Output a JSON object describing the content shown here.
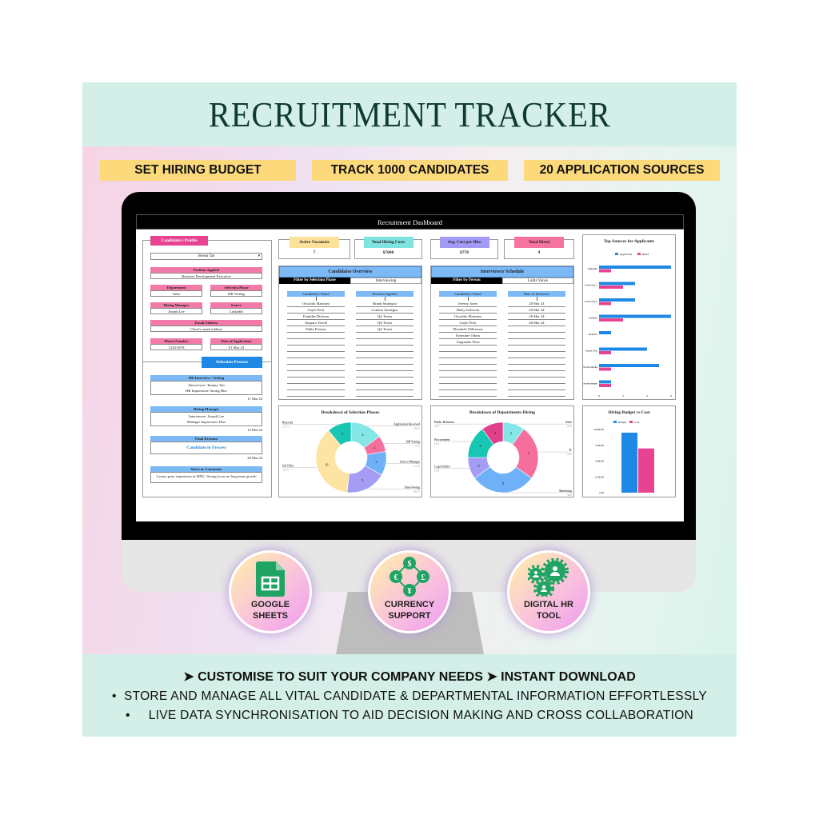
{
  "title": "RECRUITMENT TRACKER",
  "badges": [
    "SET HIRING BUDGET",
    "TRACK 1000 CANDIDATES",
    "20 APPLICATION SOURCES"
  ],
  "dashboard": {
    "header": "Recruitment Dashboard",
    "profile": {
      "tag": "Candidate's Profile",
      "candidate": "Selena Tan",
      "fields": [
        {
          "label": "Position Applied",
          "value": "Business Development Executive"
        },
        {
          "label": "Department",
          "value": "Sales"
        },
        {
          "label": "Selection Phase",
          "value": "HR Vetting"
        },
        {
          "label": "Hiring Manager",
          "value": "Joseph Lee"
        },
        {
          "label": "Source",
          "value": "LinkedIn"
        },
        {
          "label": "Email Address",
          "value": "Client's email address"
        },
        {
          "label": "Phone Number",
          "value": "1234-5678"
        },
        {
          "label": "Date of Application",
          "value": "01 Mar 24"
        }
      ],
      "process_tag": "Selection Process",
      "steps": [
        {
          "label": "HR Interview / Vetting",
          "lines": [
            "Interviewer: Tammy Tan",
            "HR Impression: Strong Hire"
          ],
          "date": "11 Mar 24"
        },
        {
          "label": "Hiring Manager",
          "lines": [
            "Interviewer: Joseph Lee",
            "Manager Impression: Hire"
          ],
          "date": "14 Mar 24"
        },
        {
          "label": "Final Decision",
          "lines": [
            "Candidate in Process"
          ],
          "date": "28 Mar 24"
        },
        {
          "label": "Notes or Comments",
          "lines": [
            "2 years prior experience in MNC. Strong focus on long term growth"
          ]
        }
      ]
    },
    "kpis": [
      {
        "label": "Active Vacancies",
        "value": "7",
        "color": "#fce19a"
      },
      {
        "label": "Total Hiring Costs",
        "value": "$7000",
        "color": "#7fe3e0"
      },
      {
        "label": "Avg. Cost per Hire",
        "value": "$778",
        "color": "#a39af5"
      },
      {
        "label": "Total Hired",
        "value": "9",
        "color": "#f7739f"
      }
    ],
    "overview": {
      "title": "Candidates Overview",
      "filter_label": "Filter by Selection Phase",
      "filter_value": "Interviewing",
      "col1": "Candidate's Name",
      "col2": "Position Applied",
      "rows": [
        [
          "Oswaldo Martinez",
          "Brand Strategist"
        ],
        [
          "Gayle Peck",
          "Content Strategist"
        ],
        [
          "Franklin Dickson",
          "QA Tester"
        ],
        [
          "Amparo Terrell",
          "QA Tester"
        ],
        [
          "Pablo Preston",
          "QA Tester"
        ]
      ]
    },
    "schedule": {
      "title": "Interviewer Schedule",
      "filter_label": "Filter by Person",
      "filter_value": "Lolita Vance",
      "col1": "Candidate's Name",
      "col2": "Date of Interview",
      "rows": [
        [
          "Jeremy Jones",
          "20 Mar 24"
        ],
        [
          "Haley Jefferson",
          "20 Mar 24"
        ],
        [
          "Oswaldo Martinez",
          "26 Mar 24"
        ],
        [
          "Gayle Peck",
          "26 Mar 24"
        ],
        [
          "Elizabeth Wilkerson",
          ""
        ],
        [
          "Ernestine Odom",
          ""
        ],
        [
          "Augustine Pena",
          ""
        ]
      ]
    }
  },
  "chart_data": [
    {
      "type": "bar",
      "orientation": "horizontal",
      "title": "Top Sources for Applicants",
      "categories": [
        "LinkedIn",
        "Job Portal 1",
        "Job Portal 2",
        "Website",
        "Referral",
        "Career Fair",
        "Social Media",
        "Job Advertisement"
      ],
      "series": [
        {
          "name": "Applicants",
          "color": "#1e88e5",
          "values": [
            6,
            3,
            3,
            6,
            1,
            4,
            5,
            1
          ]
        },
        {
          "name": "Hired",
          "color": "#e84393",
          "values": [
            1,
            2,
            1,
            2,
            0,
            1,
            1,
            1
          ]
        }
      ],
      "xticks": [
        "0",
        "2",
        "4",
        "6"
      ],
      "xlim": [
        0,
        6
      ],
      "legend": "top"
    },
    {
      "type": "pie",
      "donut": true,
      "title": "Breakdown of Selection Phases",
      "labels": [
        "Application Received",
        "HR Vetting",
        "Sent to Manager",
        "Interviewing",
        "Job Offer",
        "Rejected"
      ],
      "values": [
        4,
        2,
        3,
        5,
        10,
        3
      ],
      "percents": [
        "14.8%",
        "7.4%",
        "11.1%",
        "18.5%",
        "37.0%",
        "11.1%"
      ],
      "colors": [
        "#84e6e6",
        "#f56e9e",
        "#6fb1f7",
        "#a59cf5",
        "#fde4a2",
        "#18c6b4"
      ]
    },
    {
      "type": "pie",
      "donut": true,
      "title": "Breakdown of Departments Hiring",
      "labels": [
        "Sales",
        "IT",
        "Marketing",
        "Legal Affairs",
        "Procurement",
        "Public Relations"
      ],
      "values": [
        2,
        5,
        6,
        2,
        3,
        2
      ],
      "percents": [
        "10%",
        "25%",
        "30%",
        "10%",
        "15%",
        "10%"
      ],
      "colors": [
        "#84e6e6",
        "#f56e9e",
        "#6fb1f7",
        "#a59cf5",
        "#18c6b4",
        "#e0408a"
      ]
    },
    {
      "type": "bar",
      "title": "Hiring Budget vs Cost",
      "categories": [
        ""
      ],
      "series": [
        {
          "name": "Budget",
          "color": "#1e88e5",
          "values": [
            9500
          ]
        },
        {
          "name": "Cost",
          "color": "#e84393",
          "values": [
            7000
          ]
        }
      ],
      "yticks": [
        "0.00",
        "2,500.00",
        "5,000.00",
        "7,500.00",
        "10,000.00"
      ],
      "ylim": [
        0,
        10000
      ],
      "legend": "top"
    }
  ],
  "features": [
    [
      "GOOGLE",
      "SHEETS"
    ],
    [
      "CURRENCY",
      "SUPPORT"
    ],
    [
      "DIGITAL HR",
      "TOOL"
    ]
  ],
  "bottom": {
    "line1": "➤ CUSTOMISE TO SUIT YOUR COMPANY NEEDS ➤ INSTANT DOWNLOAD",
    "bullets": [
      "STORE AND MANAGE ALL VITAL CANDIDATE & DEPARTMENTAL INFORMATION EFFORTLESSLY",
      "LIVE DATA SYNCHRONISATION TO AID DECISION MAKING AND CROSS COLLABORATION"
    ]
  }
}
